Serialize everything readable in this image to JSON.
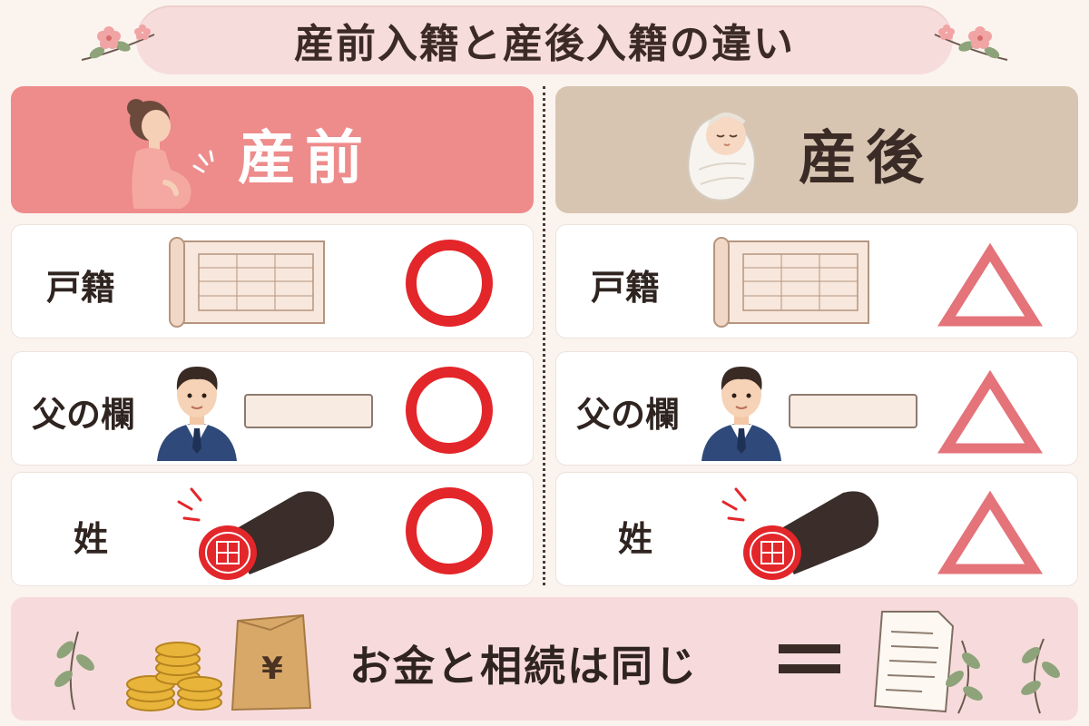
{
  "title": "産前入籍と産後入籍の違い",
  "columns": {
    "before": {
      "label": "産前"
    },
    "after": {
      "label": "産後"
    }
  },
  "rows": [
    {
      "label": "戸籍",
      "before_mark": "circle",
      "after_mark": "triangle"
    },
    {
      "label": "父の欄",
      "before_mark": "circle",
      "after_mark": "triangle"
    },
    {
      "label": "姓",
      "before_mark": "circle",
      "after_mark": "triangle"
    }
  ],
  "bottom": {
    "text": "お金と相続は同じ",
    "yen": "¥"
  },
  "colors": {
    "circle": "#e3262a",
    "triangle": "#e4737a",
    "before_header": "#ee8b8b",
    "after_header": "#d7c5b1"
  },
  "icons": [
    "flower-icon",
    "pregnant-woman-icon",
    "baby-icon",
    "register-scroll-icon",
    "father-avatar-icon",
    "name-field-icon",
    "seal-stamp-icon",
    "coins-icon",
    "money-bag-icon",
    "equals-icon",
    "document-icon",
    "leaf-icon"
  ]
}
